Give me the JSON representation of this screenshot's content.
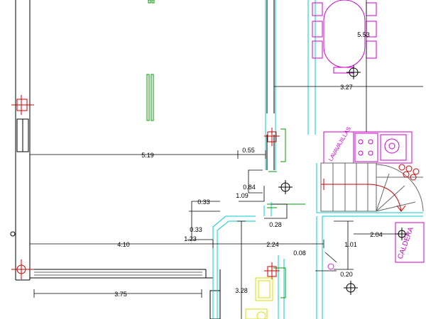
{
  "drawing": {
    "colors": {
      "wall": "#000000",
      "cyan": "#00cccc",
      "green": "#009900",
      "magenta": "#cc00cc",
      "red": "#cc0000",
      "yellow": "#dddd00",
      "gray": "#666666"
    },
    "dimensions": {
      "d_519": "5.19",
      "d_055": "0.55",
      "d_084": "0.84",
      "d_109": "1.09",
      "d_033a": "0.33",
      "d_033b": "0.33",
      "d_028": "0.28",
      "d_123": "1.23",
      "d_410": "4.10",
      "d_224": "2.24",
      "d_008": "0.08",
      "d_101": "1.01",
      "d_020": "0.20",
      "d_204": "2.04",
      "d_375": "3.75",
      "d_328": "3.28",
      "d_553": "5.53",
      "d_327": "3.27"
    },
    "labels": {
      "lavavajillas": "LAVAVAJILLAS",
      "caldera": "CALDERA"
    }
  }
}
